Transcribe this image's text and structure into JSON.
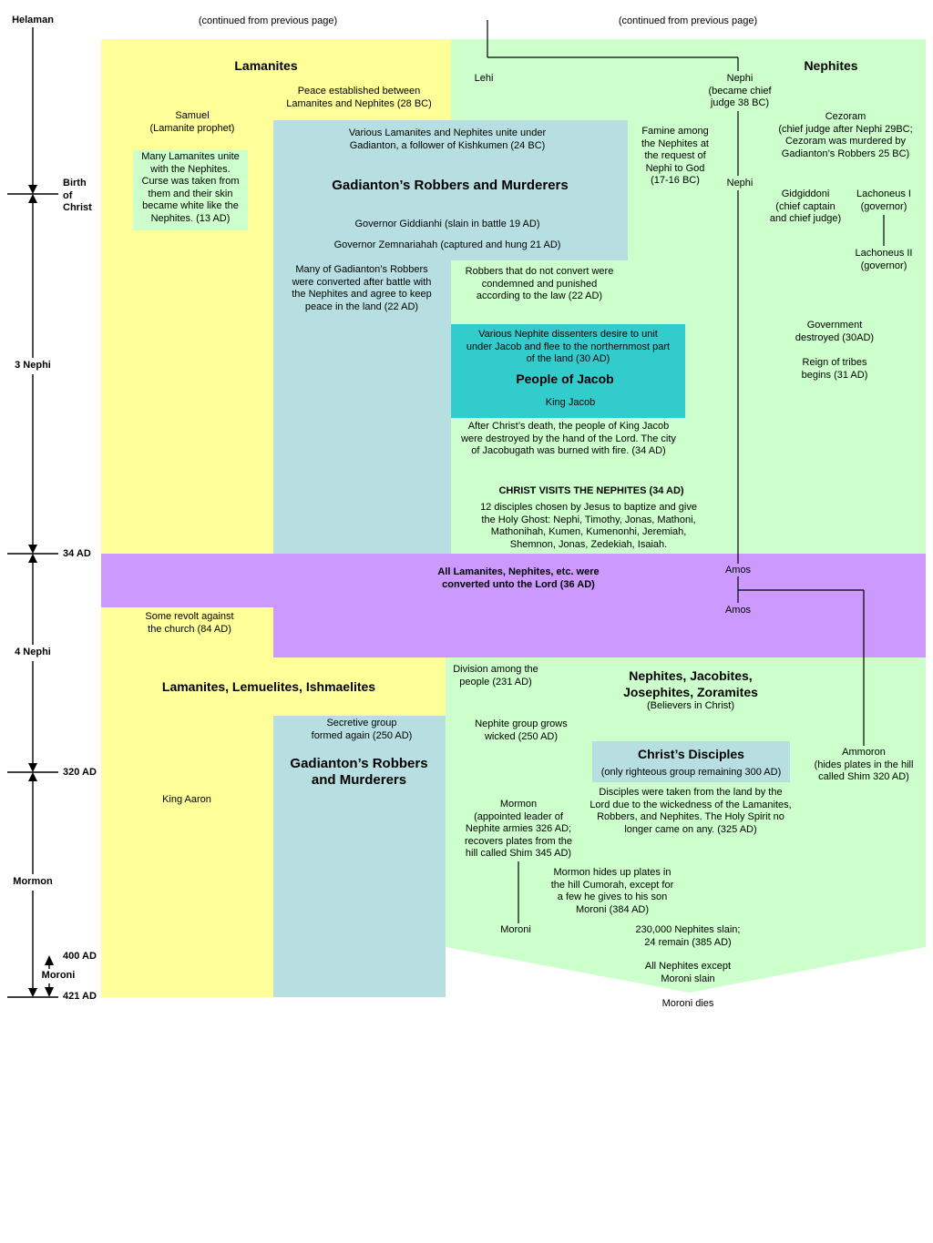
{
  "timeline": {
    "helaman": "Helaman",
    "birth_of_christ": "Birth\nof\nChrist",
    "third_nephi": "3 Nephi",
    "ad34": "34 AD",
    "fourth_nephi": "4 Nephi",
    "ad320": "320 AD",
    "mormon": "Mormon",
    "ad400": "400 AD",
    "moroni": "Moroni",
    "ad421": "421 AD"
  },
  "header": {
    "continued_left": "(continued from previous page)",
    "continued_right": "(continued from previous page)"
  },
  "lamanites": {
    "title": "Lamanites",
    "peace": "Peace established between\nLamanites and Nephites (28 BC)",
    "samuel": "Samuel\n(Lamanite prophet)",
    "unite": "Many Lamanites unite\nwith the Nephites.\nCurse was taken from\nthem and their skin\nbecame white like the\nNephites. (13 AD)",
    "revolt": "Some revolt against\nthe church (84 AD)",
    "title2": "Lamanites, Lemuelites, Ishmaelites",
    "king_aaron": "King Aaron"
  },
  "robbers": {
    "unite": "Various Lamanites and Nephites unite under\nGadianton, a follower of Kishkumen (24 BC)",
    "title": "Gadianton’s Robbers and Murderers",
    "giddianhi": "Governor Giddianhi (slain in battle 19 AD)",
    "zemnariahah": "Governor Zemnariahah (captured and hung 21 AD)",
    "converted": "Many of Gadianton’s Robbers\nwere converted after battle with\nthe Nephites and agree to keep\npeace in the land (22 AD)",
    "punished": "Robbers that do not convert were\ncondemned and punished\naccording to the law (22 AD)",
    "secretive": "Secretive group\nformed again (250 AD)",
    "title2": "Gadianton’s Robbers\nand Murderers"
  },
  "jacob": {
    "dissenters": "Various Nephite dissenters desire to unit\nunder Jacob and flee to the northernmost part\nof the land (30 AD)",
    "title": "People of Jacob",
    "king": "King Jacob",
    "destroyed": "After Christ’s death, the people of King Jacob\nwere destroyed by the hand of the Lord.  The city\nof Jacobugath was burned with fire. (34 AD)"
  },
  "christ_visits": {
    "title": "CHRIST VISITS THE NEPHITES (34 AD)",
    "disciples": "12 disciples chosen by Jesus to baptize and give\nthe Holy Ghost: Nephi, Timothy, Jonas, Mathoni,\nMathonihah, Kumen, Kumenonhi, Jeremiah,\nShemnon, Jonas, Zedekiah, Isaiah."
  },
  "nephites": {
    "title": "Nephites",
    "lehi": "Lehi",
    "nephi_chief": "Nephi\n(became chief\njudge 38 BC)",
    "cezoram": "Cezoram\n(chief judge after Nephi 29BC;\nCezoram was murdered by\nGadianton’s Robbers 25 BC)",
    "famine": "Famine among\nthe Nephites at\nthe request of\nNephi to God\n(17-16 BC)",
    "nephi": "Nephi",
    "gidgiddoni": "Gidgiddoni\n(chief captain\nand chief judge)",
    "lachoneus1": "Lachoneus I\n(governor)",
    "lachoneus2": "Lachoneus II\n(governor)",
    "government": "Government\ndestroyed (30AD)",
    "tribes": "Reign of tribes\nbegins (31 AD)"
  },
  "united": {
    "text": "All Lamanites, Nephites, etc. were\nconverted unto the Lord (36 AD)",
    "amos1": "Amos",
    "amos2": "Amos"
  },
  "later_nephites": {
    "division": "Division among the\npeople (231 AD)",
    "title": "Nephites, Jacobites,\nJosephites, Zoramites",
    "believers": "(Believers in Christ)",
    "wicked": "Nephite group grows\nwicked (250 AD)",
    "disciples_title": "Christ’s Disciples",
    "disciples_sub": "(only righteous group remaining 300 AD)",
    "ammoron": "Ammoron\n(hides plates in the hill\ncalled Shim 320 AD)",
    "taken": "Disciples were taken from the land by the\nLord due to the wickedness of the Lamanites,\nRobbers, and Nephites.  The Holy Spirit no\nlonger came on any.  (325 AD)",
    "mormon": "Mormon\n(appointed leader of\nNephite armies 326 AD;\nrecovers plates from the\nhill called Shim 345 AD)",
    "hides": "Mormon hides up plates in\nthe hill Cumorah, except for\na few he gives to his son\nMoroni (384 AD)",
    "moroni": "Moroni",
    "slain": "230,000 Nephites slain;\n24 remain (385 AD)",
    "all_slain": "All Nephites except\nMoroni slain",
    "moroni_dies": "Moroni dies"
  },
  "colors": {
    "lamanite_yellow": "#ffff99",
    "nephite_green": "#ccffcc",
    "robbers_blue": "#b7dfe2",
    "jacob_teal": "#33cccc",
    "united_purple": "#cc99ff"
  }
}
